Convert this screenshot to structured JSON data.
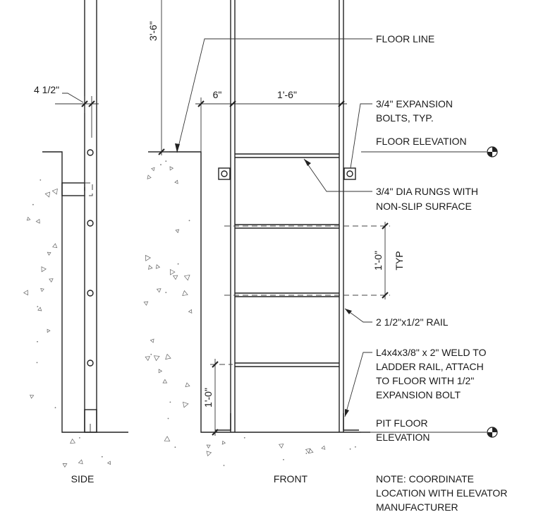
{
  "views": {
    "side": "SIDE",
    "front": "FRONT"
  },
  "dimensions": {
    "rail_offset": "4 1/2\"",
    "wall_to_rail": "6\"",
    "rail_spacing": "1'-6\"",
    "extension_above_floor": "3'-6\"",
    "rung_spacing": "1'-0\"",
    "rung_spacing_typ": "TYP",
    "first_rung_height": "1'-0\""
  },
  "callouts": {
    "floor_line": "FLOOR LINE",
    "expansion_bolts": [
      "3/4\" EXPANSION",
      "BOLTS, TYP."
    ],
    "floor_elevation": "FLOOR ELEVATION",
    "rungs": [
      "3/4\" DIA RUNGS WITH",
      "NON-SLIP SURFACE"
    ],
    "rail": "2 1/2\"x1/2\" RAIL",
    "angle_bracket": [
      "L4x4x3/8\" x 2\" WELD TO",
      "LADDER RAIL, ATTACH",
      "TO FLOOR WITH 1/2\"",
      "EXPANSION BOLT"
    ],
    "pit_floor_elevation": [
      "PIT FLOOR",
      "ELEVATION"
    ]
  },
  "note": [
    "NOTE: COORDINATE",
    "LOCATION WITH ELEVATOR",
    "MANUFACTURER"
  ]
}
